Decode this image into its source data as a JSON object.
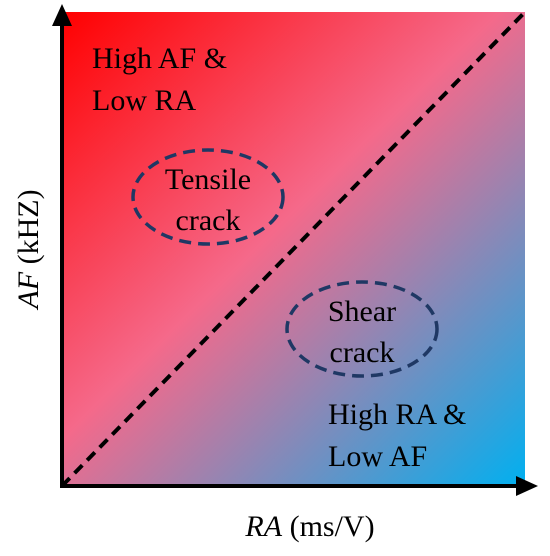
{
  "diagram": {
    "quadrants": {
      "upper_left": {
        "line1": "High AF &",
        "line2": "Low RA"
      },
      "lower_right": {
        "line1": "High RA &",
        "line2": "Low AF"
      }
    },
    "regions": {
      "tensile": {
        "line1": "Tensile",
        "line2": "crack"
      },
      "shear": {
        "line1": "Shear",
        "line2": "crack"
      }
    },
    "axes": {
      "x": {
        "var": "RA",
        "unit": " (ms/V)"
      },
      "y": {
        "var": "AF",
        "unit": " (kHZ)"
      }
    },
    "colors": {
      "red": "#ff0000",
      "pink": "#f5698a",
      "blue": "#00b0f0",
      "ellipse": "#1f3864",
      "axis": "#000000"
    }
  }
}
